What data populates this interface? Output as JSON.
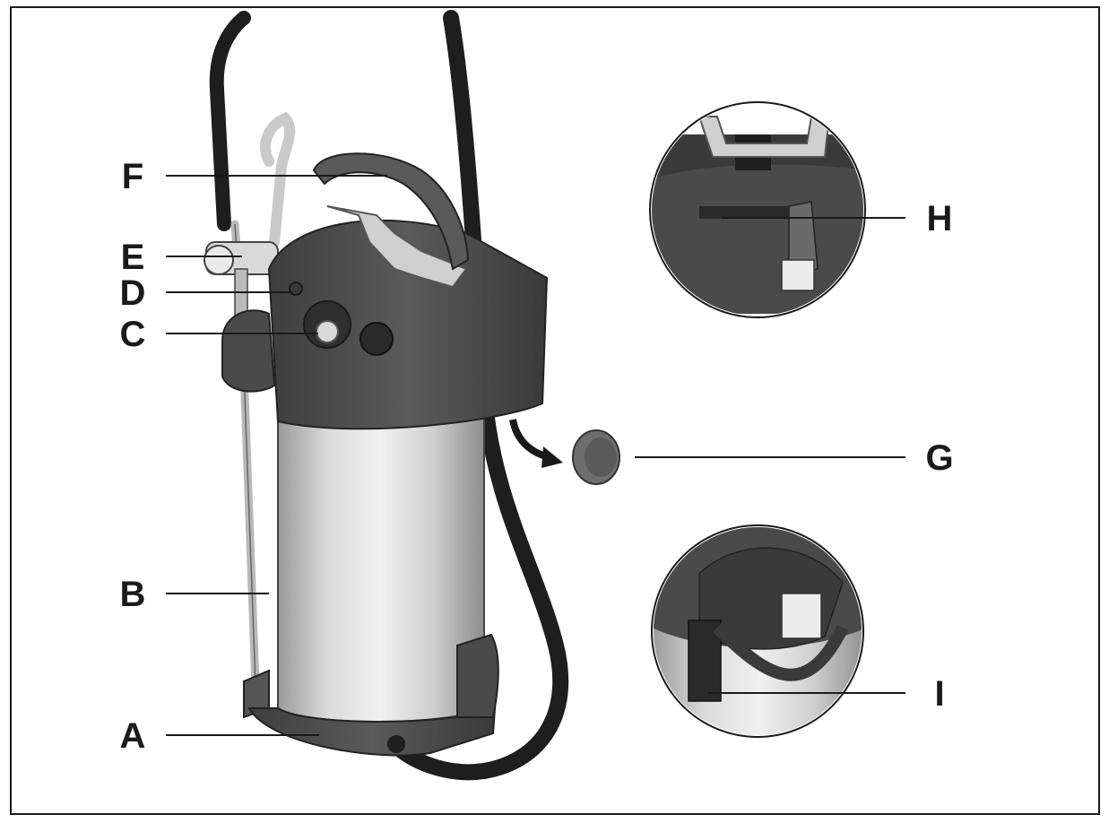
{
  "figure": {
    "frame_color": "#1a1a1a",
    "colors": {
      "body_dark": "#4d4d4d",
      "body_mid": "#6e6e6e",
      "steel_light": "#e2e2e2",
      "steel_mid": "#b8b8b8",
      "hose": "#1e1e1e",
      "metal": "#c9c9c9"
    },
    "labels": [
      {
        "id": "A",
        "text": "A",
        "part": "base-stand"
      },
      {
        "id": "B",
        "text": "B",
        "part": "spray-lance"
      },
      {
        "id": "C",
        "text": "C",
        "part": "fill-opening"
      },
      {
        "id": "D",
        "text": "D",
        "part": "pressure-relief-valve"
      },
      {
        "id": "E",
        "text": "E",
        "part": "shut-off-valve"
      },
      {
        "id": "F",
        "text": "F",
        "part": "carry-handle"
      },
      {
        "id": "G",
        "text": "G",
        "part": "cap"
      },
      {
        "id": "H",
        "text": "H",
        "part": "lance-holder-detail"
      },
      {
        "id": "I",
        "text": "I",
        "part": "hose-holder-detail"
      }
    ]
  }
}
